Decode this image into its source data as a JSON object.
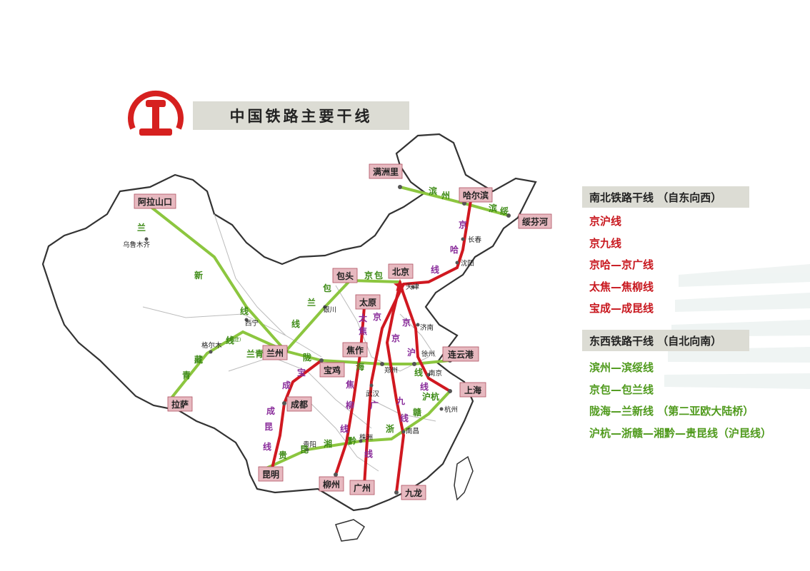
{
  "title": "中国铁路主要干线",
  "colors": {
    "north_south": "#d01820",
    "east_west": "#8cc63f",
    "logo": "#d6201f"
  },
  "legend": {
    "ns_header": "南北铁路干线 （自东向西）",
    "ns_items": [
      "京沪线",
      "京九线",
      "京哈—京广线",
      "太焦—焦柳线",
      "宝成—成昆线"
    ],
    "ew_header": "东西铁路干线 （自北向南）",
    "ew_items": [
      "滨州—滨绥线",
      "京包—包兰线",
      "陇海—兰新线 （第二亚欧大陆桥）",
      "沪杭—浙赣—湘黔—贵昆线（沪昆线）"
    ]
  },
  "cities_boxed": {
    "manzhouli": "满洲里",
    "haerbin": "哈尔滨",
    "suifenhe": "绥芬河",
    "alashankou": "阿拉山口",
    "baotou": "包头",
    "beijing": "北京",
    "taiyuan": "太原",
    "jiaozuo": "焦作",
    "lanzhou": "兰州",
    "baoji": "宝鸡",
    "lianyungang": "连云港",
    "chengdu": "成都",
    "shanghai": "上海",
    "lasa": "拉萨",
    "kunming": "昆明",
    "liuzhou": "柳州",
    "guangzhou": "广州",
    "jiulong": "九龙"
  },
  "cities_small": {
    "wulumuqi": "乌鲁木齐",
    "changchun": "长春",
    "shenyang": "沈阳",
    "tianjin": "天津",
    "yinchuan": "银川",
    "xining": "西宁",
    "geermu": "格尔木",
    "jinan": "济南",
    "xuzhou": "徐州",
    "zhengzhou": "郑州",
    "nanjing": "南京",
    "wuhan": "武汉",
    "hangzhou": "杭州",
    "guiyang": "贵阳",
    "zhuzhou": "株洲",
    "nanchang": "南昌"
  },
  "line_labels": {
    "bin1": "滨",
    "zhou1": "州",
    "bin2": "滨",
    "sui": "绥",
    "jing_h": "京",
    "ha": "哈",
    "xian_h": "线",
    "jing_b": "京",
    "bao_b": "包",
    "bao2": "包",
    "lan2": "兰",
    "xian_b": "线",
    "lan_x": "兰",
    "xin_x": "新",
    "xian_x": "线",
    "qing": "青",
    "zang": "藏",
    "xian_qz": "线",
    "lanqing": "兰青",
    "long": "陇",
    "hai": "海",
    "xian_lh": "线",
    "tai": "太",
    "jiao": "焦",
    "jing_g": "京",
    "guang": "广",
    "xian_g": "线",
    "jiao_l": "焦",
    "liu": "柳",
    "xian_l": "线",
    "jing_9": "京",
    "jiu": "九",
    "xian_9": "线",
    "jing_hu": "京",
    "hu": "沪",
    "xian_hu": "线",
    "huhang": "沪杭",
    "bao_c": "宝",
    "cheng": "成",
    "cheng2": "成",
    "kun": "昆",
    "xian_ck": "线",
    "gui": "贵",
    "kun2": "昆",
    "xiang": "湘",
    "qian": "黔",
    "zhe": "浙",
    "gan": "赣",
    "qingzang_note": "(拟建)"
  }
}
